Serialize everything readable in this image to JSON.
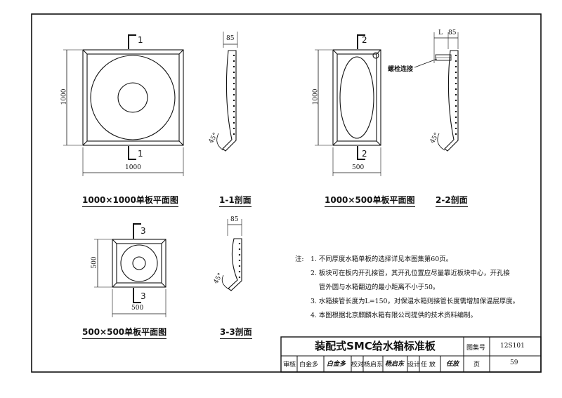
{
  "views": {
    "plan1000": {
      "label": "1000×1000单板平面图",
      "width_dim": "1000",
      "height_dim": "1000",
      "section_mark": "1"
    },
    "sec1": {
      "label": "1-1剖面",
      "dim": "85",
      "angle": "45°"
    },
    "plan1000x500": {
      "label": "1000×500单板平面图",
      "width_dim": "500",
      "height_dim": "1000",
      "section_mark": "2"
    },
    "sec2": {
      "label": "2-2剖面",
      "dim_l": "L",
      "dim": "85",
      "angle": "45°",
      "callout": "螺栓连接"
    },
    "plan500": {
      "label": "500×500单板平面图",
      "width_dim": "500",
      "height_dim": "500",
      "section_mark": "3"
    },
    "sec3": {
      "label": "3-3剖面",
      "dim": "85",
      "angle": "45°"
    }
  },
  "notes": {
    "heading": "注:",
    "items": [
      "1. 不同厚度水箱单板的选择详见本图集第60页。",
      "2. 板块可在板内开孔接管，其开孔位置应尽量靠近板块中心，开孔接",
      "管外圆与水箱翻边的最小距离不小于50。",
      "3. 水箱接管长度为L=150，对保温水箱则接管长度需增加保温层厚度。",
      "4. 本图根据北京麒麟水箱有限公司提供的技术资料编制。"
    ]
  },
  "title_block": {
    "title": "装配式SMC给水箱标准板",
    "atlas_label": "图集号",
    "atlas_no": "12S101",
    "page_label": "页",
    "page_no": "59",
    "review_label": "审核",
    "review_name": "白金多",
    "review_sign": "白金多",
    "check_label": "校对",
    "check_name": "杨启东",
    "check_sign": "杨启东",
    "design_label": "设计",
    "design_name": "任 放",
    "design_sign": "任放"
  }
}
